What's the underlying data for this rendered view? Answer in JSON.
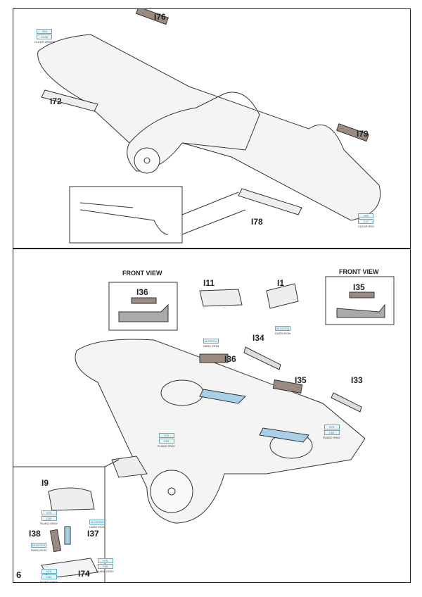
{
  "step1": {
    "parts": [
      "I76",
      "I72",
      "I79",
      "I78"
    ],
    "paints": [
      {
        "codes": [
          "H94",
          "C138"
        ],
        "name": "CLEAR GREEN"
      },
      {
        "codes": [
          "H90",
          "C47"
        ],
        "name": "CLEAR RED"
      }
    ]
  },
  "step2": {
    "step_number": "6",
    "front_view_label": "FRONT VIEW",
    "parts": {
      "i36": "I36",
      "i11": "I11",
      "i1": "I1",
      "i35": "I35",
      "i34": "I34",
      "i33": "I33",
      "i9": "I9",
      "i38": "I38",
      "i37": "I37",
      "i74": "I74"
    },
    "dark_iron": {
      "code": "Mr.MC214",
      "name": "DARK IRON"
    },
    "gray": {
      "codes": [
        "H70",
        "C60"
      ],
      "name": "RLM02 GRAY"
    }
  }
}
